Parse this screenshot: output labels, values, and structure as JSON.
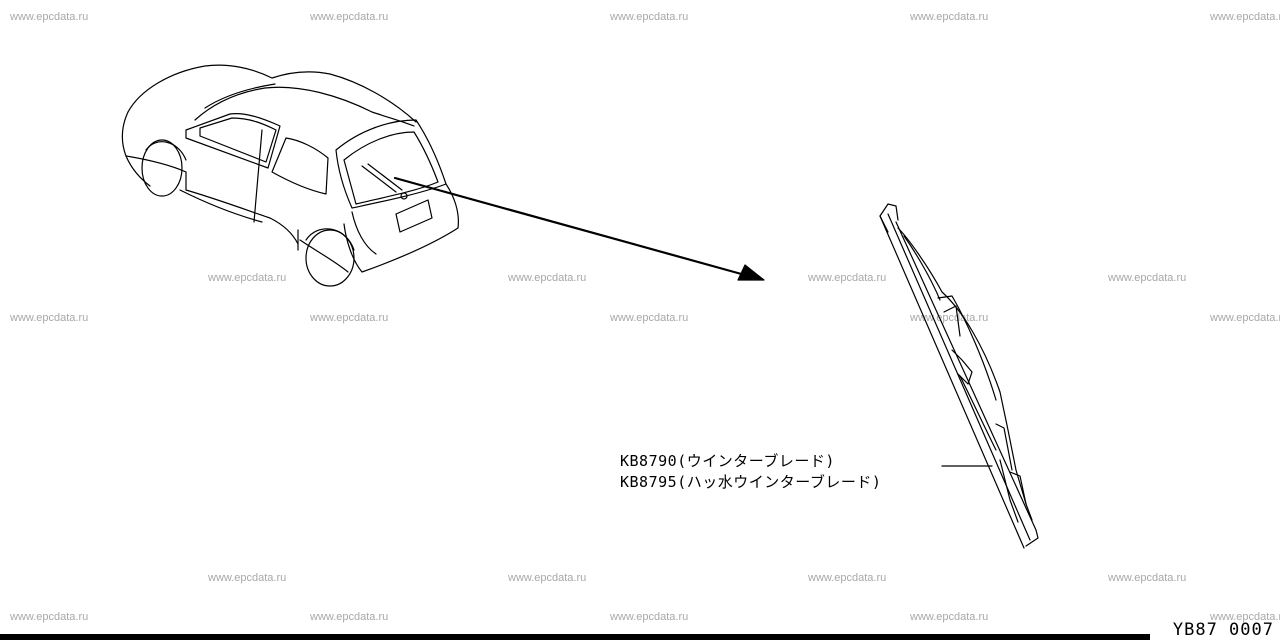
{
  "watermark": "www.epcdata.ru",
  "parts": [
    {
      "number": "KB8790",
      "description": "(ウインターブレード)"
    },
    {
      "number": "KB8795",
      "description": "(ハッ水ウインターブレード)"
    }
  ],
  "diagram_code": "YB87 0007",
  "icons": [
    "car-rear-view-illustration",
    "wiper-blade-illustration",
    "callout-arrow"
  ]
}
